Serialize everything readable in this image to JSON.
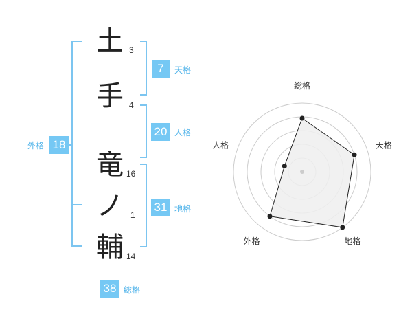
{
  "name": [
    {
      "char": "土",
      "strokes": "3"
    },
    {
      "char": "手",
      "strokes": "4"
    },
    {
      "char": "竜",
      "strokes": "16"
    },
    {
      "char": "ノ",
      "strokes": "1"
    },
    {
      "char": "輔",
      "strokes": "14"
    }
  ],
  "fortunes": {
    "tenkaku": {
      "value": "7",
      "label": "天格"
    },
    "jinkaku": {
      "value": "20",
      "label": "人格"
    },
    "chikaku": {
      "value": "31",
      "label": "地格"
    },
    "gaikaku": {
      "value": "18",
      "label": "外格"
    },
    "soukaku": {
      "value": "38",
      "label": "総格"
    }
  },
  "colors": {
    "accent": "#75c8f4",
    "bracket": "#7cc5f0",
    "radar_fill": "#eeeeee",
    "radar_line": "#222222"
  },
  "chart_data": {
    "type": "radar",
    "axes": [
      "総格",
      "天格",
      "地格",
      "外格",
      "人格"
    ],
    "values": [
      0.78,
      0.8,
      1.0,
      0.8,
      0.27
    ],
    "range": [
      0,
      1
    ],
    "rings": 5
  }
}
